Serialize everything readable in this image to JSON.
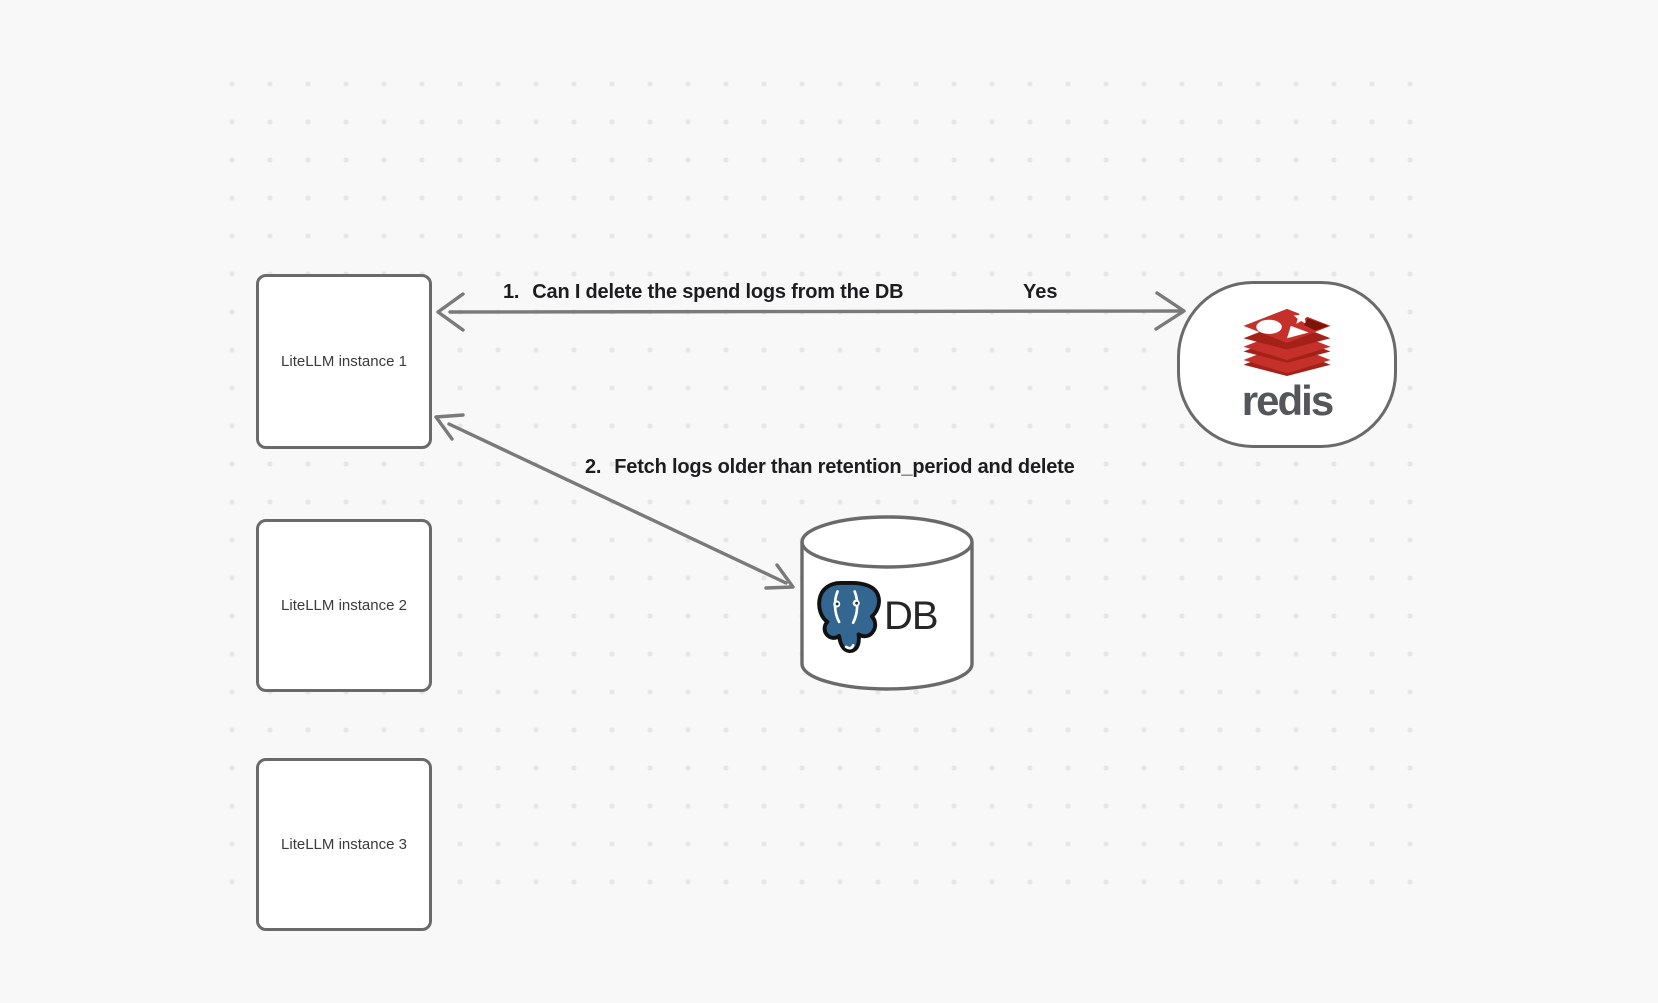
{
  "canvas": {
    "background": "#f8f8f8",
    "dot_color": "#e7e7e7"
  },
  "colors": {
    "shape_stroke": "#6a6a6a",
    "arrow_stroke": "#7a7a7a",
    "edge_label_text": "#1d1d1f",
    "node_label_text": "#3b3b3b",
    "db_label_text": "#262626",
    "redis_red": "#c6302b",
    "redis_dark_red": "#a32116",
    "redis_deep_red": "#7d1408",
    "redis_wordmark_gray": "#54565a",
    "postgres_blue": "#336791"
  },
  "nodes": {
    "instances": [
      {
        "label": "LiteLLM instance 1"
      },
      {
        "label": "LiteLLM instance 2"
      },
      {
        "label": "LiteLLM instance 3"
      }
    ],
    "redis": {
      "wordmark": "redis"
    },
    "database": {
      "label": "DB"
    }
  },
  "edges": {
    "edge1": {
      "number": "1.",
      "label": "Can I delete the spend logs from the DB",
      "response": "Yes"
    },
    "edge2": {
      "number": "2.",
      "label": "Fetch logs older than retention_period and delete"
    }
  }
}
